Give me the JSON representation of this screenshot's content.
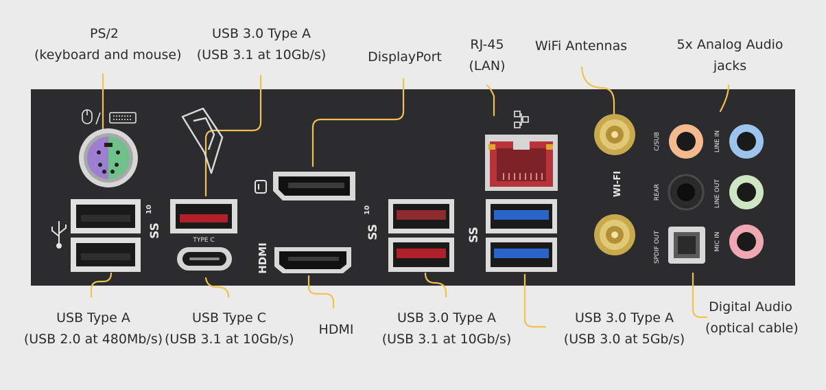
{
  "labels": {
    "ps2": {
      "line1": "PS/2",
      "line2": "(keyboard and mouse)"
    },
    "usb30_top": {
      "line1": "USB 3.0 Type A",
      "line2": "(USB 3.1 at 10Gb/s)"
    },
    "displayport": {
      "line1": "DisplayPort"
    },
    "rj45": {
      "line1": "RJ-45",
      "line2": "(LAN)"
    },
    "wifi": {
      "line1": "WiFi Antennas"
    },
    "audio": {
      "line1": "5x Analog Audio",
      "line2": "jacks"
    },
    "usb_a": {
      "line1": "USB Type A",
      "line2": "(USB 2.0 at 480Mb/s)"
    },
    "usb_c": {
      "line1": "USB Type C",
      "line2": "(USB 3.1 at 10Gb/s)"
    },
    "hdmi": {
      "line1": "HDMI"
    },
    "usb30_mid": {
      "line1": "USB 3.0 Type A",
      "line2": "(USB 3.1 at 10Gb/s)"
    },
    "usb30_right": {
      "line1": "USB 3.0 Type A",
      "line2": "(USB 3.0 at 5Gb/s)"
    },
    "optical": {
      "line1": "Digital Audio",
      "line2": "(optical cable)"
    }
  },
  "panel": {
    "type_c": "TYPE C",
    "hdmi": "HDMI",
    "wifi": "WI-FI",
    "c_sub": "C/SUB",
    "rear": "REAR",
    "spdif_out": "SPDIF OUT",
    "line_in": "LINE IN",
    "line_out": "LINE OUT",
    "mic_in": "MIC IN",
    "ss10": "SS",
    "ten": "10"
  },
  "colors": {
    "panel": "#2c2c2e",
    "leader": "#f2c14e",
    "usb2": "#cfcfcf",
    "usb31_red": "#b01f2a",
    "usb30_blue": "#2a64c8",
    "lan_red": "#b6343a",
    "ps2_purple": "#9d7ed0",
    "ps2_green": "#6fc08a",
    "jack_orange": "#f4b98e",
    "jack_black": "#222222",
    "jack_blue": "#9cc4ec",
    "jack_green": "#cfe6c4",
    "jack_pink": "#f0a7b5",
    "antenna_gold": "#c9a94d"
  },
  "icons": [
    "mouse-icon",
    "keyboard-icon",
    "rog-logo-icon",
    "displayport-icon",
    "network-icon",
    "usb-icon"
  ]
}
